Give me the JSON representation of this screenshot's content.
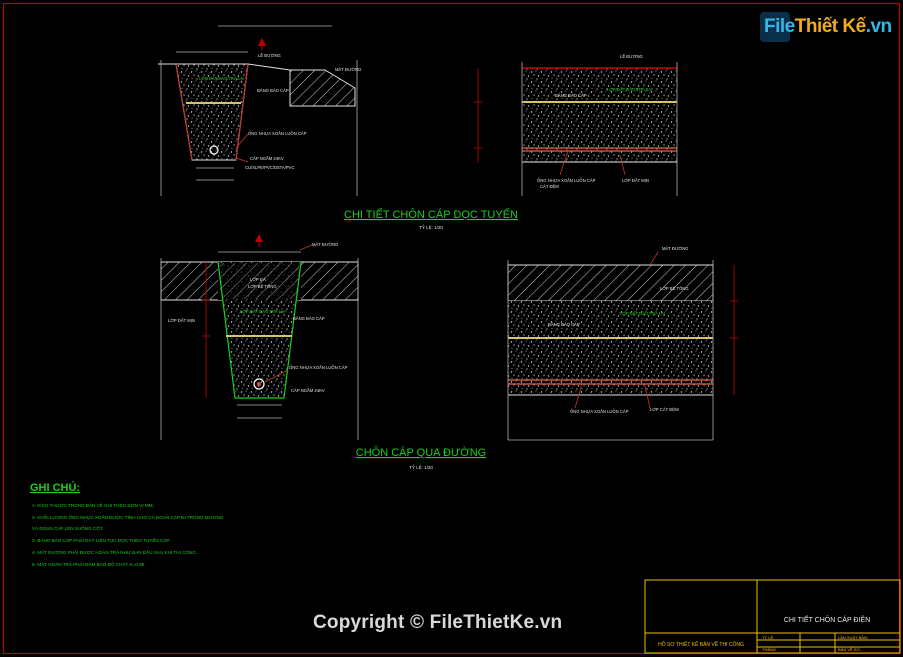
{
  "watermark": {
    "logo_text_blue": "File",
    "logo_text_orange": "Thiết Kế",
    "logo_text_suffix": ".vn",
    "copyright": "Copyright © FileThietKe.vn"
  },
  "section1": {
    "title": "CHI TIẾT CHÔN CÁP DỌC TUYẾN",
    "scale": "TỶ LỆ: 1/20",
    "left_labels": [
      "LỀ ĐƯỜNG",
      "MẶT ĐƯỜNG",
      "LỚP ĐẤT ĐÀO TRẢ LẠI",
      "BĂNG BÁO CÁP",
      "ỐNG NHỰA XOẮN LUỒN CÁP",
      "CÁP NGẦM 24KV",
      "CU/XLPE/PVC/DSTA/PVC"
    ],
    "right_labels": [
      "LỀ ĐƯỜNG",
      "BĂNG BÁO CÁP",
      "LỚP ĐẤT ĐÀO TRẢ LẠI",
      "ỐNG NHỰA XOẮN LUỒN CÁP",
      "LỚP ĐẤT MỊN",
      "CÁT ĐỆM"
    ]
  },
  "section2": {
    "title": "CHÔN CÁP QUA ĐƯỜNG",
    "scale": "TỶ LỆ: 1/20",
    "left_labels": [
      "MẶT ĐƯỜNG",
      "LỚP ĐÁ",
      "LỚP BÊ TÔNG",
      "LỚP ĐẤT ĐÀO TRẢ LẠI",
      "BĂNG BÁO CÁP",
      "LỚP ĐẤT MỊN",
      "ỐNG NHỰA XOẮN LUỒN CÁP",
      "CÁP NGẦM 24KV"
    ],
    "right_labels": [
      "MẶT ĐƯỜNG",
      "LỚP BÊ TÔNG",
      "BĂNG BÁO CÁP",
      "LỚP ĐẤT ĐÀO TRẢ LẠI",
      "ỐNG NHỰA XOẮN LUỒN CÁP",
      "LỚP CÁT ĐỆM"
    ]
  },
  "notes": {
    "heading": "GHI CHÚ:",
    "items": [
      "1- KÍCH THƯỚC TRONG BẢN VẼ GHI THEO ĐƠN VỊ MM.",
      "2- KHỐI LƯỢNG ỐNG NHỰA XOẮN ĐƯỢC TÍNH CHO CẢ ĐOẠN CÁP ĐI TRONG MƯƠNG",
      "   VÀ ĐOẠN CÁP LÊN XUỐNG CỘT.",
      "3- BĂNG BÁO CÁP PHẢI ĐẶT LIÊN TỤC DỌC THEO TUYẾN CÁP.",
      "4- MẶT ĐƯỜNG PHẢI ĐƯỢC HOÀN TRẢ NHƯ BAN ĐẦU SAU KHI THI CÔNG.",
      "5- MẶT HOÀN TRẢ PHẢI ĐẢM BẢO ĐỘ CHẶT K=0.95."
    ]
  },
  "title_block": {
    "drawing_title": "CHI TIẾT CHÔN CÁP ĐIỆN",
    "project_label": "HỒ SƠ THIẾT KẾ BẢN VẼ THI CÔNG",
    "scale_label": "TỶ LỆ:",
    "date_label": "THÁNG",
    "sheet_label": "BẢN VẼ SỐ:",
    "revision_label": "LẦN XUẤT BẢN:"
  },
  "colors": {
    "background": "#000000",
    "frame": "#c00000",
    "section_title": "#19d219",
    "notes": "#19d219",
    "line": "#ffffff",
    "cable_tape": "#d7c36a",
    "cable_pipe": "#c8543f"
  }
}
